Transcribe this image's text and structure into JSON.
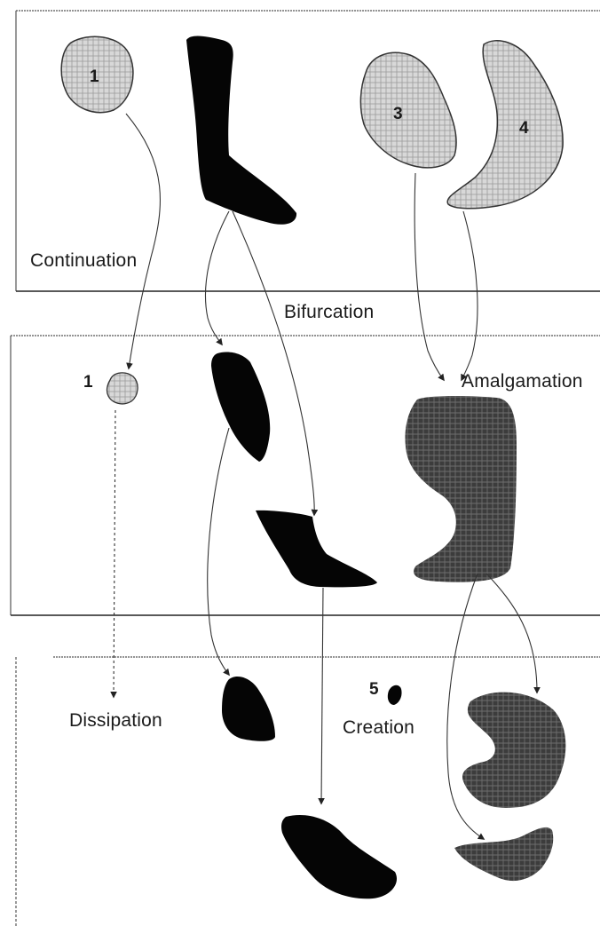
{
  "labels": {
    "continuation": "Continuation",
    "bifurcation": "Bifurcation",
    "amalgamation": "Amalgamation",
    "dissipation": "Dissipation",
    "creation": "Creation"
  },
  "object_numbers": {
    "obj1_top": "1",
    "obj3": "3",
    "obj4": "4",
    "obj1_mid": "1",
    "obj5": "5"
  },
  "colors": {
    "solid_object": "#050505",
    "light_hatch_object": "#c9c9c9",
    "dark_hatch_object": "#3a3a3a",
    "arrow": "#333333",
    "frame": "#444444"
  }
}
